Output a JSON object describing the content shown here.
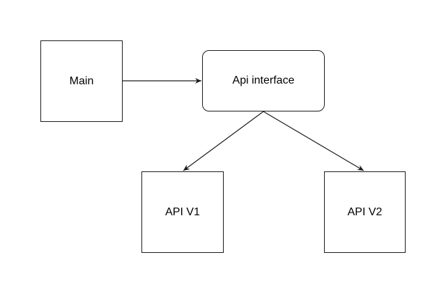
{
  "diagram": {
    "nodes": [
      {
        "id": "main",
        "label": "Main",
        "shape": "rectangle"
      },
      {
        "id": "api_interface",
        "label": "Api interface",
        "shape": "rounded-rectangle"
      },
      {
        "id": "api_v1",
        "label": "API V1",
        "shape": "rectangle"
      },
      {
        "id": "api_v2",
        "label": "API V2",
        "shape": "rectangle"
      }
    ],
    "edges": [
      {
        "from": "main",
        "to": "api_interface"
      },
      {
        "from": "api_interface",
        "to": "api_v1"
      },
      {
        "from": "api_interface",
        "to": "api_v2"
      }
    ],
    "colors": {
      "stroke": "#1a1a1a",
      "background": "#ffffff",
      "text": "#000000"
    }
  }
}
